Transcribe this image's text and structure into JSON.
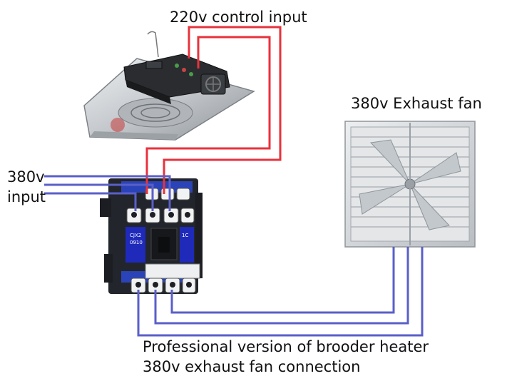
{
  "labels": {
    "control_input": "220v control input",
    "exhaust_fan": "380v Exhaust fan",
    "input_line1": "380v",
    "input_line2": "input",
    "caption_line1": "Professional version of brooder heater",
    "caption_line2": "380v exhaust fan connection"
  },
  "contactor": {
    "model_line1": "CJX2",
    "model_line2": "0910",
    "contact_type": "1С"
  },
  "colors": {
    "control_wire": "#e8323c",
    "power_wire": "#5a5fc8",
    "contactor_body": "#22252b",
    "contactor_accent": "#2b43b8",
    "heater_reflector": "#c9ccd0",
    "fan_frame": "#d7dadd"
  },
  "icons": {
    "heater": "brooder-heater-image",
    "contactor": "ac-contactor-image",
    "fan": "exhaust-fan-image"
  }
}
